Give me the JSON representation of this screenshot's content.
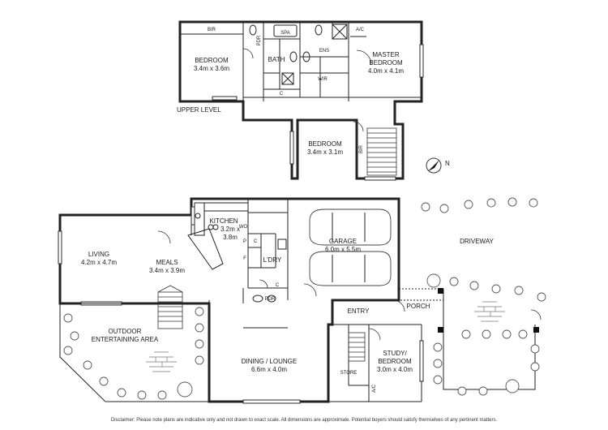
{
  "upper_level": {
    "level_label": "UPPER LEVEL",
    "rooms": {
      "bedroom1": {
        "name": "BEDROOM",
        "size": "3.4m x 3.6m"
      },
      "bir1": "BIR",
      "pdr": "PDR",
      "spa": "SPA",
      "bath": "BATH",
      "linen_c": "C",
      "ens": "ENS",
      "wir": "WIR",
      "ac": "A/C",
      "master": {
        "name": "MASTER",
        "name2": "BEDROOM",
        "size": "4.0m x 4.1m"
      },
      "bedroom2": {
        "name": "BEDROOM",
        "size": "3.4m x 3.1m"
      },
      "bir2": "BIR"
    }
  },
  "ground_level": {
    "rooms": {
      "kitchen": {
        "name": "KITCHEN",
        "size": "3.2m x",
        "size2": "3.8m"
      },
      "wo": "WO",
      "pantry": "P",
      "c1": "C",
      "c2": "C",
      "f": "F",
      "ldry": "L'DRY",
      "garage": {
        "name": "GARAGE",
        "size": "6.0m x 5.5m"
      },
      "living": {
        "name": "LIVING",
        "size": "4.2m x 4.7m"
      },
      "meals": {
        "name": "MEALS",
        "size": "3.4m x 3.9m"
      },
      "pdr": "PDR",
      "entry": "ENTRY",
      "porch": "PORCH",
      "outdoor": {
        "name": "OUTDOOR",
        "name2": "ENTERTAINING AREA"
      },
      "dining": {
        "name": "DINING / LOUNGE",
        "size": "6.6m x 4.0m"
      },
      "store": "STORE",
      "study": {
        "name": "STUDY/",
        "name2": "BEDROOM",
        "size": "3.0m x 4.0m"
      },
      "ac": "A/C",
      "driveway": "DRIVEWAY"
    }
  },
  "compass": {
    "label": "N"
  },
  "disclaimer": "Disclaimer: Please note plans are indicative only and not drawn to exact scale. All dimensions are approximate. Potential buyers should satisfy themselves of any pertinent matters.",
  "colors": {
    "wall": "#222222",
    "background": "#ffffff"
  }
}
